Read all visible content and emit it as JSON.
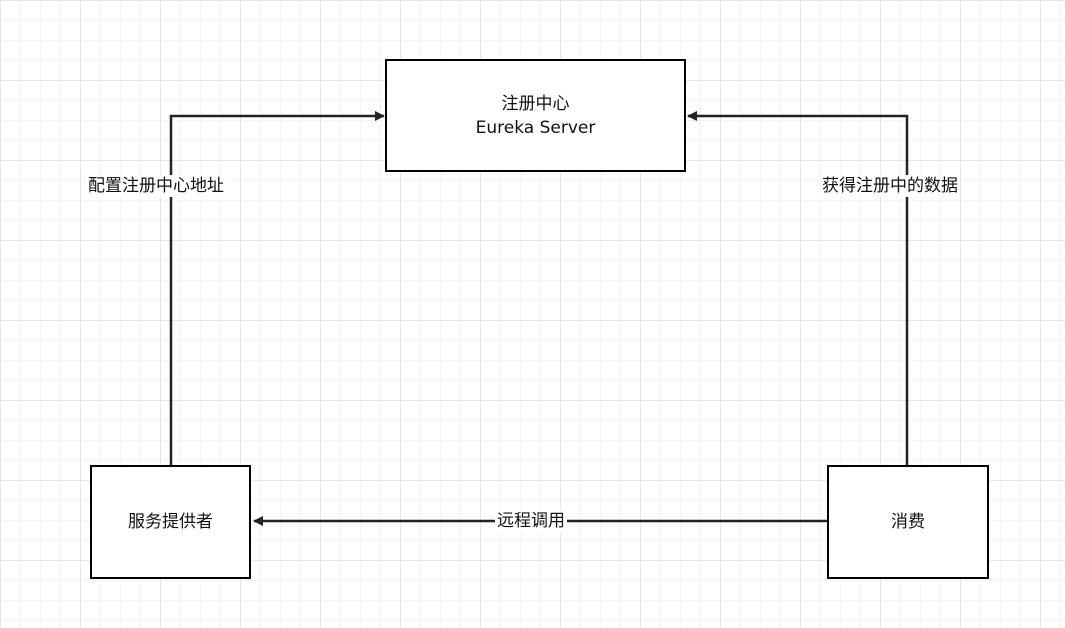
{
  "nodes": {
    "registry": {
      "line1": "注册中心",
      "line2": "Eureka Server"
    },
    "provider": {
      "label": "服务提供者"
    },
    "consumer": {
      "label": "消费"
    }
  },
  "edges": {
    "provider_to_registry": {
      "label": "配置注册中心地址"
    },
    "consumer_to_registry": {
      "label": "获得注册中的数据"
    },
    "consumer_to_provider": {
      "label": "远程调用"
    }
  }
}
